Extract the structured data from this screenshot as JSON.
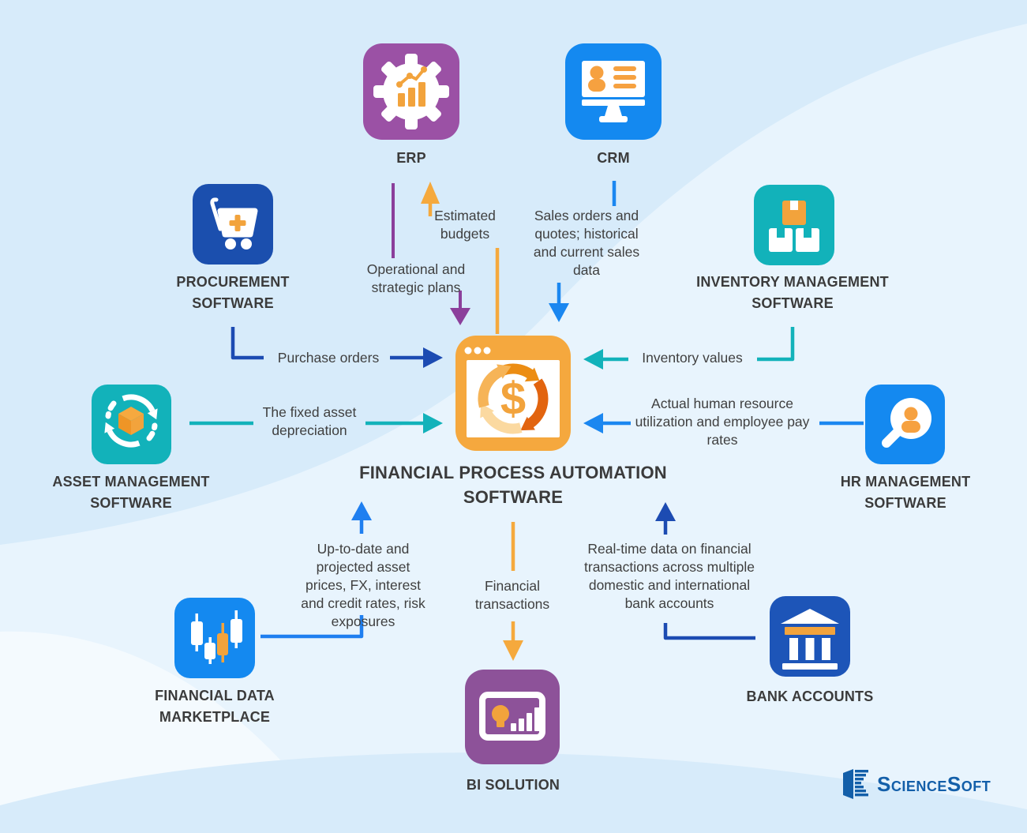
{
  "title": {
    "line1": "FINANCIAL PROCESS AUTOMATION",
    "line2": "SOFTWARE"
  },
  "nodes": {
    "erp": {
      "label": "ERP",
      "color": "#9b51a5"
    },
    "crm": {
      "label": "CRM",
      "color": "#1489f0"
    },
    "procurement": {
      "label": "PROCUREMENT SOFTWARE",
      "color": "#1b4fae"
    },
    "inventory": {
      "label": "INVENTORY MANAGEMENT SOFTWARE",
      "color": "#12b2ba"
    },
    "asset": {
      "label": "ASSET MANAGEMENT SOFTWARE",
      "color": "#12b2ba"
    },
    "hr": {
      "label": "HR MANAGEMENT SOFTWARE",
      "color": "#1489f0"
    },
    "fdm": {
      "label": "FINANCIAL DATA MARKETPLACE",
      "color": "#1489f0"
    },
    "bank": {
      "label": "BANK ACCOUNTS",
      "color": "#1d55b8"
    },
    "bi": {
      "label": "BI SOLUTION",
      "color": "#8d5299"
    },
    "fpa": {
      "label": "FINANCIAL PROCESS AUTOMATION SOFTWARE",
      "color": "#f5a83e"
    }
  },
  "flows": {
    "erp_to_fpa": {
      "label": "Operational and strategic plans",
      "from": "ERP",
      "to": "FPA"
    },
    "fpa_to_erp": {
      "label": "Estimated budgets",
      "from": "FPA",
      "to": "ERP"
    },
    "crm_to_fpa": {
      "label": "Sales orders and quotes; historical and current sales data",
      "from": "CRM",
      "to": "FPA"
    },
    "procurement_to_fpa": {
      "label": "Purchase orders",
      "from": "PROCUREMENT",
      "to": "FPA"
    },
    "inventory_to_fpa": {
      "label": "Inventory values",
      "from": "INVENTORY",
      "to": "FPA"
    },
    "asset_to_fpa": {
      "label": "The fixed asset depreciation",
      "from": "ASSET",
      "to": "FPA"
    },
    "hr_to_fpa": {
      "label": "Actual human resource utilization and employee pay rates",
      "from": "HR",
      "to": "FPA"
    },
    "fdm_to_fpa": {
      "label": "Up-to-date and projected asset prices, FX, interest and credit rates, risk exposures",
      "from": "FDM",
      "to": "FPA"
    },
    "bank_to_fpa": {
      "label": "Real-time data on financial transactions across multiple domestic and international bank accounts",
      "from": "BANK",
      "to": "FPA"
    },
    "fpa_to_bi": {
      "label": "Financial transactions",
      "from": "FPA",
      "to": "BI"
    }
  },
  "logo": {
    "text": "ScienceSoft"
  },
  "colors": {
    "background": "#d7ebfa",
    "background_wave_light": "#e8f4fd",
    "background_wave_lightest": "#f4fafe",
    "accent_orange": "#f5a83e",
    "accent_orange_dark": "#e2640f",
    "accent_orange_mid": "#ec8d13",
    "accent_orange_pale": "#fbd9a0",
    "accent_teal": "#12b2ba",
    "accent_blue": "#1b87f0",
    "accent_navy": "#1c4bb2",
    "accent_purple_arrow": "#8b3f9b",
    "text": "#3b3b3b",
    "logo_blue": "#135fa9"
  }
}
